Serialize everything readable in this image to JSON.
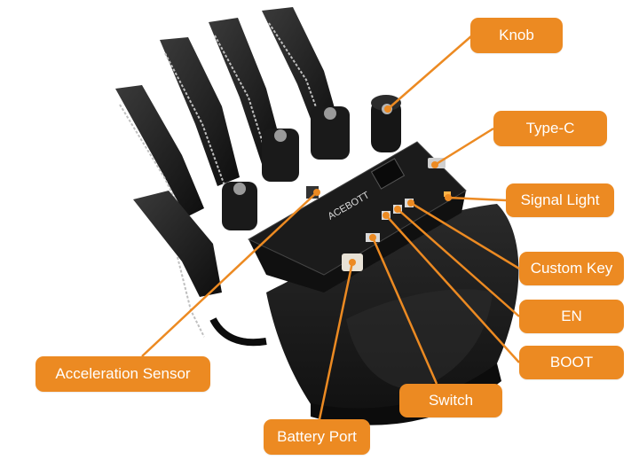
{
  "colors": {
    "accent": "#ec8a22",
    "device": "#141414",
    "strap": "#1e1e1e",
    "board_text": "#dddddd"
  },
  "device": {
    "board_brand": "ACEBOTT"
  },
  "labels": {
    "knob": "Knob",
    "type_c": "Type-C",
    "signal_light": "Signal Light",
    "custom_key": "Custom Key",
    "en": "EN",
    "boot": "BOOT",
    "switch": "Switch",
    "battery_port": "Battery Port",
    "acceleration_sensor": "Acceleration Sensor"
  }
}
